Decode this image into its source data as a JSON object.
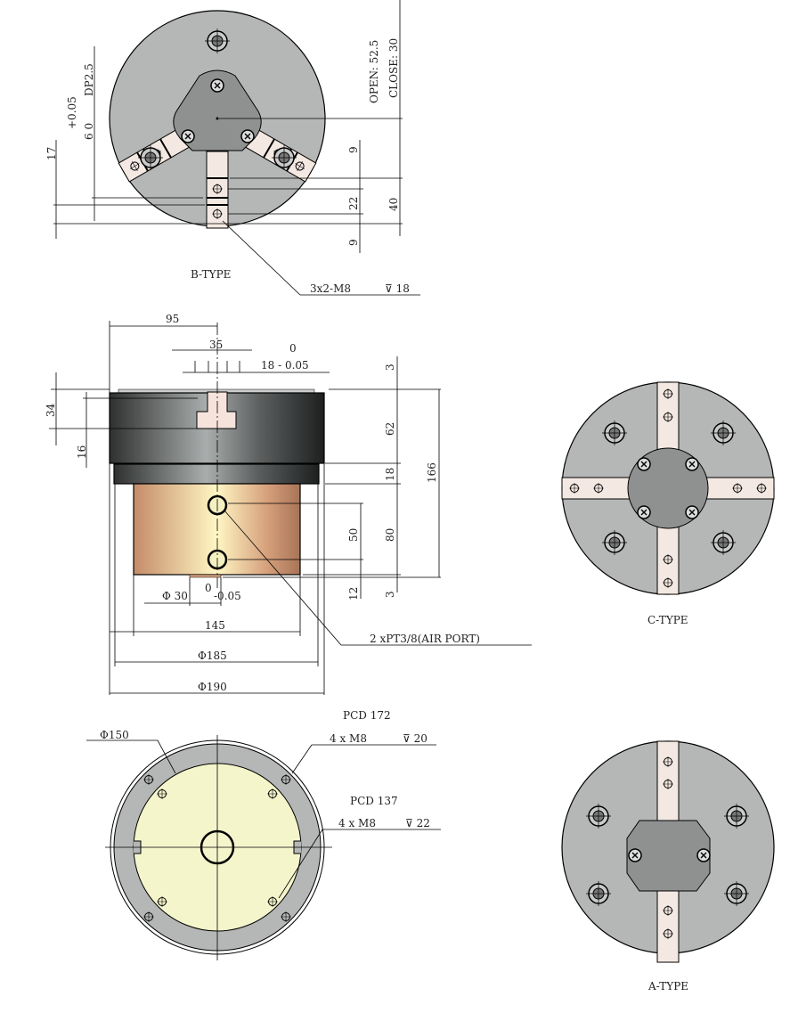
{
  "colors": {
    "plate": "#b5b7b6",
    "center_plate": "#8f9191",
    "jaw": "#f4e9e2",
    "copper": "#d9a37e",
    "body": "#4a4c4c",
    "face": "#f5f5cc"
  },
  "b_type": {
    "label": "B-TYPE",
    "open": "OPEN: 52.5",
    "close": "CLOSE: 30",
    "dim_9_top": "9",
    "dim_22": "22",
    "dim_9_bottom": "9",
    "dim_40": "40",
    "dim_17": "17",
    "tol_plus": "+0.05",
    "tol_base": "6 0",
    "depth": "DP2.5",
    "thread": "3x2-M8",
    "thread_depth": "⊽ 18"
  },
  "side_view": {
    "dim_95": "95",
    "dim_35": "35",
    "tol_top": "0",
    "slot": "18 - 0.05",
    "dim_3_top": "3",
    "dim_62": "62",
    "dim_18": "18",
    "dim_80": "80",
    "dim_3_bottom": "3",
    "dim_166": "166",
    "dim_50": "50",
    "dim_12": "12",
    "dim_34": "34",
    "dim_16": "16",
    "pilot": "Φ 30",
    "pilot_tol_top": "0",
    "pilot_tol": "-0.05",
    "dim_145": "145",
    "dia_185": "Φ185",
    "dia_190": "Φ190",
    "air_port": "2 xPT3/8(AIR PORT)"
  },
  "bottom_view": {
    "dia_150": "Φ150",
    "pcd_172": "PCD 172",
    "holes_172": "4 x M8",
    "depth_172": "⊽ 20",
    "pcd_137": "PCD 137",
    "holes_137": "4 x M8",
    "depth_137": "⊽ 22"
  },
  "c_type": {
    "label": "C-TYPE"
  },
  "a_type": {
    "label": "A-TYPE"
  }
}
